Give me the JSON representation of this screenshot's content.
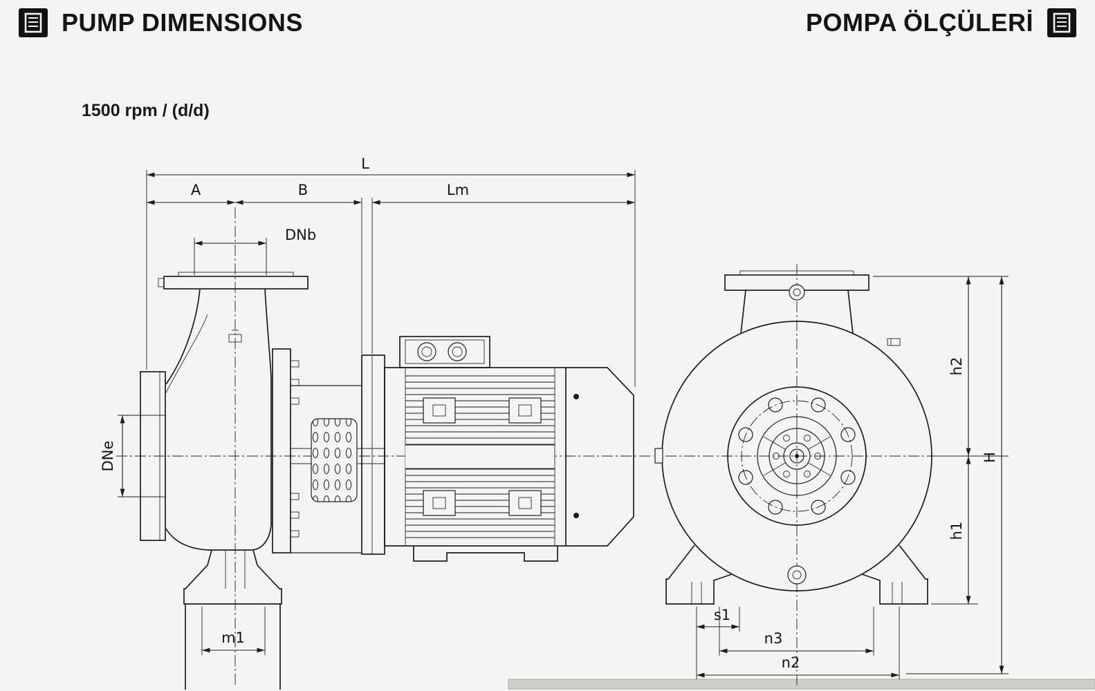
{
  "header": {
    "title_en": "PUMP DIMENSIONS",
    "title_tr": "POMPA ÖLÇÜLERİ"
  },
  "subtitle": "1500 rpm / (d/d)",
  "labels": {
    "L": "L",
    "A": "A",
    "B": "B",
    "Lm": "Lm",
    "DNb": "DNb",
    "DNe": "DNe",
    "m1": "m1",
    "h2": "h2",
    "h1": "h1",
    "H": "H",
    "s1": "s1",
    "n3": "n3",
    "n2": "n2"
  },
  "icons": {
    "left": "document-icon",
    "right": "document-icon"
  },
  "colors": {
    "background": "#f4f4f2",
    "line": "#1c1c1c",
    "base_bar": "#cdcdca"
  }
}
